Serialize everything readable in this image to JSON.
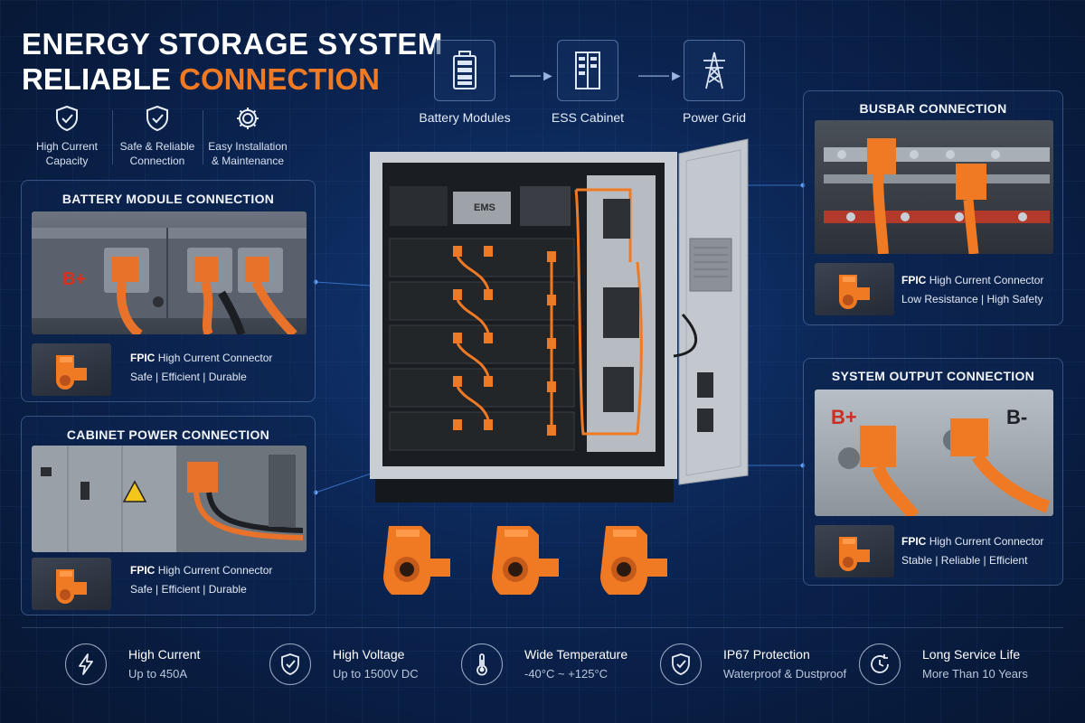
{
  "title": {
    "line1": "ENERGY STORAGE SYSTEM",
    "line2_word1": "RELIABLE",
    "line2_word2": "CONNECTION"
  },
  "features": [
    {
      "icon": "shield-check-icon",
      "label": "High Current\nCapacity"
    },
    {
      "icon": "shield-check-icon",
      "label": "Safe & Reliable\nConnection"
    },
    {
      "icon": "gear-icon",
      "label": "Easy Installation\n& Maintenance"
    }
  ],
  "flow": [
    {
      "icon": "battery-icon",
      "label": "Battery Modules"
    },
    {
      "icon": "cabinet-icon",
      "label": "ESS Cabinet"
    },
    {
      "icon": "power-tower-icon",
      "label": "Power Grid"
    }
  ],
  "cabinet": {
    "ems_label": "EMS"
  },
  "panels": {
    "battery_module": {
      "title": "BATTERY MODULE CONNECTION",
      "photo_label": "B+",
      "brand": "FPIC",
      "product": "High Current Connector",
      "features": "Safe  |  Efficient  |  Durable"
    },
    "cabinet_power": {
      "title": "CABINET POWER CONNECTION",
      "brand": "FPIC",
      "product": "High Current Connector",
      "features": "Safe  |  Efficient  |  Durable"
    },
    "busbar": {
      "title": "BUSBAR CONNECTION",
      "brand": "FPIC",
      "product": "High Current Connector",
      "features": "Low Resistance  |  High Safety"
    },
    "system_output": {
      "title": "SYSTEM OUTPUT CONNECTION",
      "label_pos": "B+",
      "label_neg": "B-",
      "brand": "FPIC",
      "product": "High Current Connector",
      "features": "Stable  |  Reliable  |  Efficient"
    }
  },
  "specs": [
    {
      "icon": "lightning-icon",
      "title": "High Current",
      "sub": "Up to 450A"
    },
    {
      "icon": "shield-check-icon",
      "title": "High Voltage",
      "sub": "Up to 1500V DC"
    },
    {
      "icon": "thermometer-icon",
      "title": "Wide Temperature",
      "sub": "-40°C ~ +125°C"
    },
    {
      "icon": "shield-check-icon",
      "title": "IP67 Protection",
      "sub": "Waterproof & Dustproof"
    },
    {
      "icon": "clock-icon",
      "title": "Long Service Life",
      "sub": "More Than 10 Years"
    }
  ],
  "colors": {
    "accent_orange": "#f07a24",
    "background_navy": "#0b2452",
    "panel_border": "#8cafe6",
    "text_white": "#ffffff"
  }
}
